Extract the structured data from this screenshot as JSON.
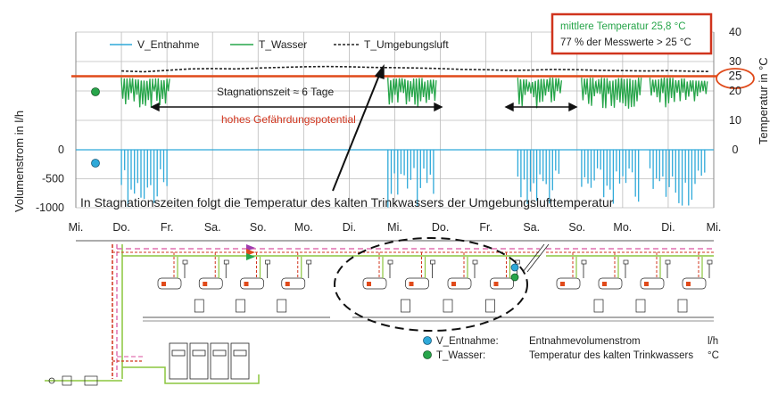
{
  "chart_data": {
    "type": "line",
    "x_axis": {
      "ticks": [
        "Mi.",
        "Do.",
        "Fr.",
        "Sa.",
        "So.",
        "Mo.",
        "Di.",
        "Mi.",
        "Do.",
        "Fr.",
        "Sa.",
        "So.",
        "Mo.",
        "Di.",
        "Mi."
      ]
    },
    "left_axis": {
      "label": "Volumenstrom  in l/h",
      "ticks": [
        "0",
        "-500",
        "-1000"
      ],
      "values": [
        0,
        -500,
        -1000
      ]
    },
    "right_axis": {
      "label": "Temperatur  in °C",
      "ticks": [
        "40",
        "30",
        "25",
        "20",
        "10",
        "0"
      ],
      "values": [
        40,
        30,
        25,
        20,
        10,
        0
      ]
    },
    "legend": [
      "V_Entnahme",
      "T_Wasser",
      "T_Umgebungsluft"
    ],
    "series": [
      {
        "name": "T_Umgebungsluft",
        "color": "#222222",
        "style": "dashed",
        "x": [
          1,
          1.5,
          2,
          2.5,
          3,
          3.5,
          4,
          4.5,
          5,
          5.5,
          6,
          6.5,
          7,
          7.5,
          8,
          8.5,
          9,
          9.5,
          10,
          10.5,
          11,
          11.5,
          12,
          12.5,
          13,
          13.5,
          13.9
        ],
        "values": [
          26.8,
          26.5,
          27,
          27.5,
          27.6,
          27.5,
          27.8,
          28,
          28.2,
          28.3,
          28.2,
          28,
          27.9,
          27.8,
          27.6,
          27.3,
          27.2,
          27,
          27.1,
          27.3,
          27.2,
          27,
          26.9,
          26.8,
          26.9,
          26.7,
          26.6
        ]
      },
      {
        "name": "T_Wasser",
        "color": "#27a54a",
        "x_ranges": [
          [
            1.0,
            2.0
          ],
          [
            6.85,
            7.85
          ],
          [
            9.7,
            10.6
          ],
          [
            11.1,
            12.35
          ],
          [
            12.6,
            13.8
          ]
        ],
        "typical_high": 24.5,
        "typical_low": 14
      },
      {
        "name": "V_Entnahme",
        "color": "#2ea9d9",
        "x_ranges": [
          [
            1.0,
            2.0
          ],
          [
            6.85,
            7.85
          ],
          [
            9.7,
            10.6
          ],
          [
            11.1,
            12.35
          ],
          [
            12.6,
            13.8
          ]
        ],
        "typical_min": -1000
      }
    ],
    "mean_line": {
      "value": 25,
      "label": "25"
    },
    "annotations": {
      "box_line1": "mittlere Temperatur  25,8 °C",
      "box_line2": "77 % der Messwerte > 25 °C",
      "stagnation": "Stagnationszeit ≈ 6 Tage",
      "risk": "hohes Gefährdungspotential",
      "caption": "In Stagnationszeiten folgt die Temperatur des kalten Trinkwassers der Umgebungslufttemperatur"
    }
  },
  "diagram_legend": {
    "v_label": "V_Entnahme:",
    "v_desc": "Entnahmevolumenstrom",
    "v_unit": "l/h",
    "t_label": "T_Wasser:",
    "t_desc": "Temperatur des kalten Trinkwassers",
    "t_unit": "°C"
  },
  "colors": {
    "blue": "#2ea9d9",
    "green": "#27a54a",
    "orange": "#e04a1a",
    "red": "#d0341d",
    "pink": "#e070b0",
    "pipe_green": "#8cc63f"
  }
}
